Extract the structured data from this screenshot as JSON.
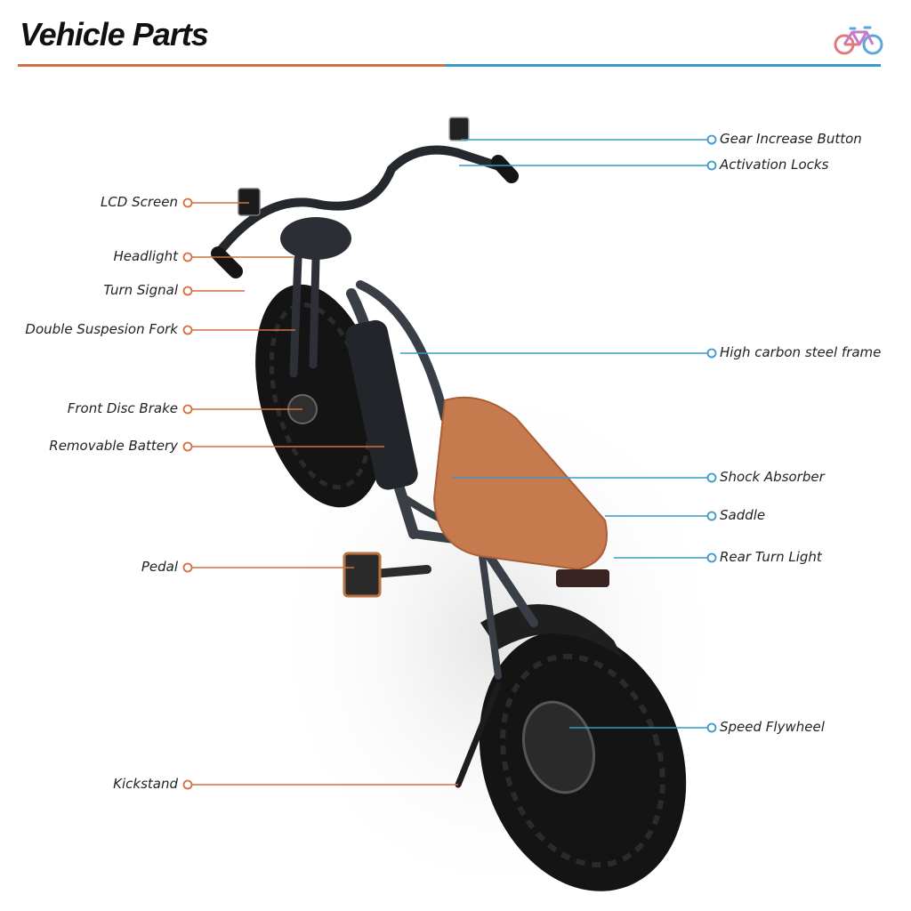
{
  "title": "Vehicle Parts",
  "colors": {
    "orange": "#d2703f",
    "blue": "#3a9ac9",
    "seat": "#c87a4f",
    "frame": "#3a3f47",
    "tire": "#141414"
  },
  "icons": {
    "logo": "bicycle-icon"
  },
  "labels_left": [
    {
      "id": "lcd-screen",
      "text": "LCD Screen"
    },
    {
      "id": "headlight",
      "text": "Headlight"
    },
    {
      "id": "turn-signal",
      "text": "Turn Signal"
    },
    {
      "id": "double-suspension-fork",
      "text": "Double Suspesion Fork"
    },
    {
      "id": "front-disc-brake",
      "text": "Front Disc Brake"
    },
    {
      "id": "removable-battery",
      "text": "Removable Battery"
    },
    {
      "id": "pedal",
      "text": "Pedal"
    },
    {
      "id": "kickstand",
      "text": "Kickstand"
    }
  ],
  "labels_right": [
    {
      "id": "gear-increase-button",
      "text": "Gear Increase Button"
    },
    {
      "id": "activation-locks",
      "text": "Activation Locks"
    },
    {
      "id": "high-carbon-steel-frame",
      "text": "High carbon steel frame"
    },
    {
      "id": "shock-absorber",
      "text": "Shock Absorber"
    },
    {
      "id": "saddle",
      "text": "Saddle"
    },
    {
      "id": "rear-turn-light",
      "text": "Rear Turn Light"
    },
    {
      "id": "speed-flywheel",
      "text": "Speed Flywheel"
    }
  ]
}
